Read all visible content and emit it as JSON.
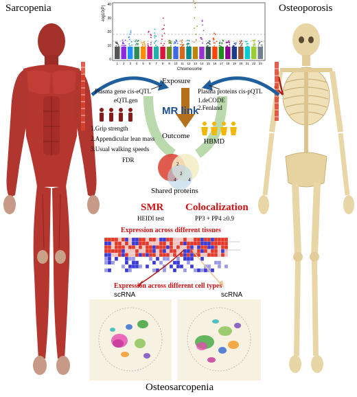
{
  "titles": {
    "left": "Sarcopenia",
    "right": "Osteoporosis",
    "bottom": "Osteosarcopenia"
  },
  "manhattan": {
    "ylabel": "-log10(P)",
    "xlabel": "Chromosome",
    "yticks": [
      "0",
      "10",
      "20",
      "30",
      "40"
    ],
    "chromosomes": [
      "1",
      "2",
      "3",
      "4",
      "5",
      "6",
      "7",
      "8",
      "9",
      "10",
      "11",
      "12",
      "13",
      "14",
      "15",
      "16",
      "17",
      "18",
      "19",
      "20",
      "21",
      "22",
      "23"
    ]
  },
  "mr": {
    "exposure": "Exposure",
    "outcome": "Outcome",
    "center_label": "MR link",
    "left_source": "Plasma gene cis-eQTL",
    "left_dataset": "eQTLgen",
    "right_source": "Plasma proteins cis-pQTL",
    "right_datasets": [
      "1.deCODE",
      "2.Fenland"
    ],
    "left_outcomes": [
      "1.Grip strength",
      "2.Appendicular lean mass",
      "3.Usual walking speeds"
    ],
    "fdr": "FDR",
    "right_outcome": "HBMD"
  },
  "venn": {
    "numbers": [
      "2",
      "2",
      "4",
      "4"
    ],
    "label": "Shared proteins"
  },
  "analysis": {
    "smr": "SMR",
    "smr_sub": "HEIDI test",
    "coloc": "Colocalization",
    "coloc_sub": "PP3 + PP4 ≥0.9",
    "tissues_label": "Expression across different tissues",
    "cells_label": "Expression across different cell types",
    "scrna_left": "scRNA",
    "scrna_right": "scRNA"
  },
  "colors": {
    "muscle": "#b5352f",
    "bone": "#e9d6a6",
    "arrow_blue": "#1f5f9e",
    "mr_link_blue": "#1f4f8a",
    "people_red": "#8b1a1a",
    "people_yellow": "#f2b800",
    "accent_red": "#d01010"
  }
}
